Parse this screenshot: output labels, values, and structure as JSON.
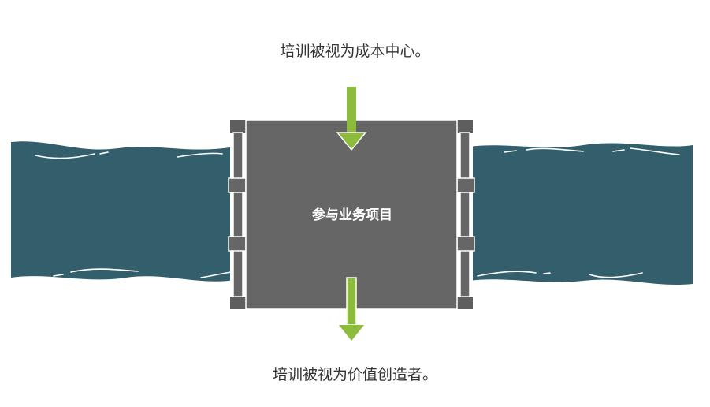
{
  "top_caption": "培训被视为成本中心。",
  "center_label": "参与业务项目",
  "bottom_caption": "培训被视为价值创造者。",
  "colors": {
    "river": "#335f6c",
    "gate": "#666666",
    "gate_dark": "#555555",
    "arrow": "#8dbb3c",
    "wave_line": "#ffffff"
  }
}
